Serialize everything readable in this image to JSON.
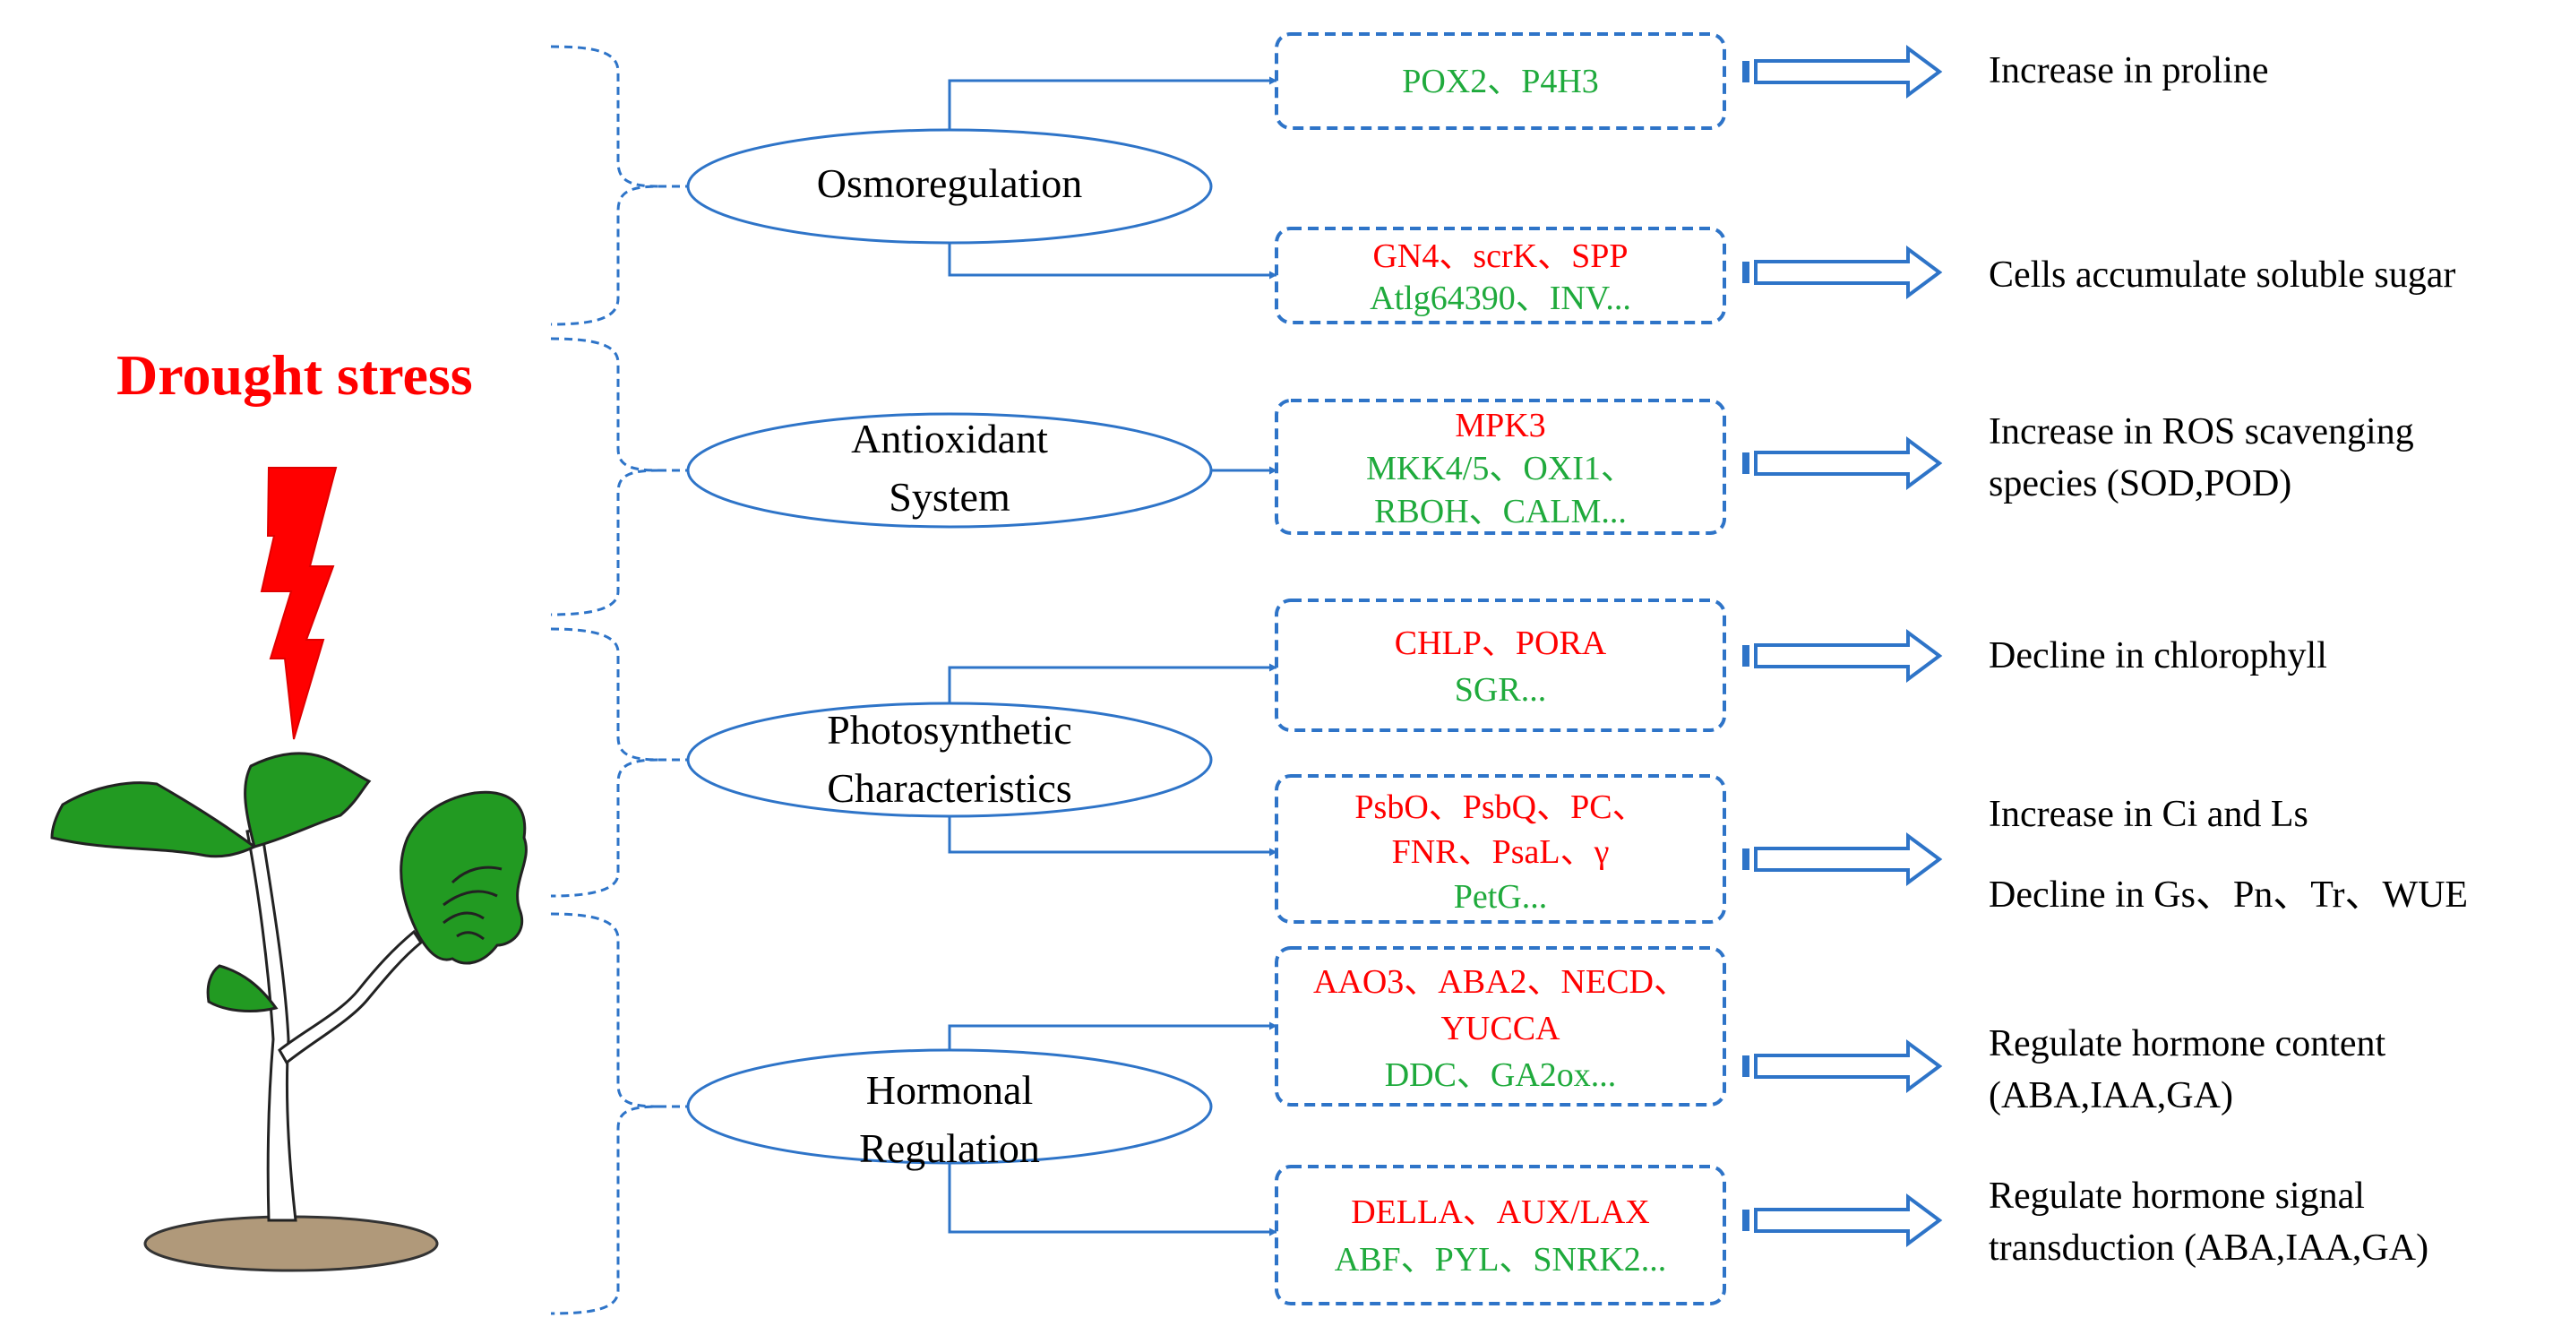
{
  "title": "Drought stress",
  "colors": {
    "red": "#ff0000",
    "green": "#1faa3c",
    "blue": "#2e74c8",
    "leaf": "#229a22",
    "soil": "#b0997a"
  },
  "categories": [
    {
      "line1": "Osmoregulation",
      "line2": ""
    },
    {
      "line1": "Antioxidant",
      "line2": "System"
    },
    {
      "line1": "Photosynthetic",
      "line2": "Characteristics"
    },
    {
      "line1": "Hormonal",
      "line2": "Regulation"
    }
  ],
  "gene_boxes": [
    {
      "red": [],
      "green": [
        "POX2、P4H3"
      ]
    },
    {
      "red": [
        "GN4、scrK、SPP"
      ],
      "green": [
        "Atlg64390、INV..."
      ]
    },
    {
      "red": [
        "MPK3"
      ],
      "green": [
        "MKK4/5、OXI1、",
        "RBOH、CALM..."
      ]
    },
    {
      "red": [
        "CHLP、PORA"
      ],
      "green": [
        "SGR..."
      ]
    },
    {
      "red": [
        "PsbO、PsbQ、PC、",
        "FNR、PsaL、γ"
      ],
      "green": [
        "PetG..."
      ]
    },
    {
      "red": [
        "AAO3、ABA2、NECD、",
        "YUCCA"
      ],
      "green": [
        "DDC、GA2ox..."
      ]
    },
    {
      "red": [
        "DELLA、AUX/LAX"
      ],
      "green": [
        "ABF、PYL、SNRK2..."
      ]
    }
  ],
  "effects": [
    [
      "Increase in proline"
    ],
    [
      "Cells accumulate soluble sugar"
    ],
    [
      "Increase in ROS scavenging",
      "species (SOD,POD)"
    ],
    [
      "Decline in chlorophyll"
    ],
    [
      "Increase in Ci and Ls"
    ],
    [
      "Decline in Gs、Pn、Tr、WUE"
    ],
    [
      "Regulate hormone content",
      "(ABA,IAA,GA)"
    ],
    [
      "Regulate hormone signal",
      "transduction (ABA,IAA,GA)"
    ]
  ]
}
